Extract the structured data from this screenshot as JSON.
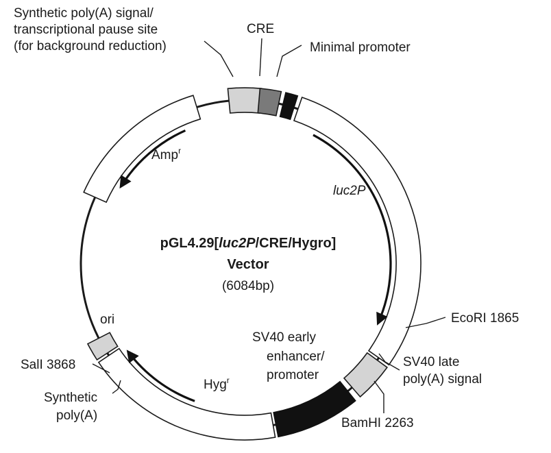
{
  "vector": {
    "name_prefix": "pGL4.29[",
    "name_italic": "luc2P",
    "name_suffix": "/CRE/Hygro]",
    "name_line2": "Vector",
    "size": "(6084bp)"
  },
  "labels": {
    "synthetic_pa_signal_1": "Synthetic poly(A) signal/",
    "synthetic_pa_signal_2": "transcriptional pause site",
    "synthetic_pa_signal_3": "(for background reduction)",
    "cre": "CRE",
    "minimal_promoter": "Minimal promoter",
    "amp": "Amp",
    "amp_sup": "r",
    "luc2p": "luc2P",
    "ecori": "EcoRI 1865",
    "sv40_late_1": "SV40 late",
    "sv40_late_2": "poly(A) signal",
    "sv40_early_1": "SV40 early",
    "sv40_early_2": "enhancer/",
    "sv40_early_3": "promoter",
    "bamhi": "BamHI 2263",
    "hyg": "Hyg",
    "hyg_sup": "r",
    "ori": "ori",
    "sali": "SalI 3868",
    "synthetic_pa_1": "Synthetic",
    "synthetic_pa_2": "poly(A)"
  }
}
